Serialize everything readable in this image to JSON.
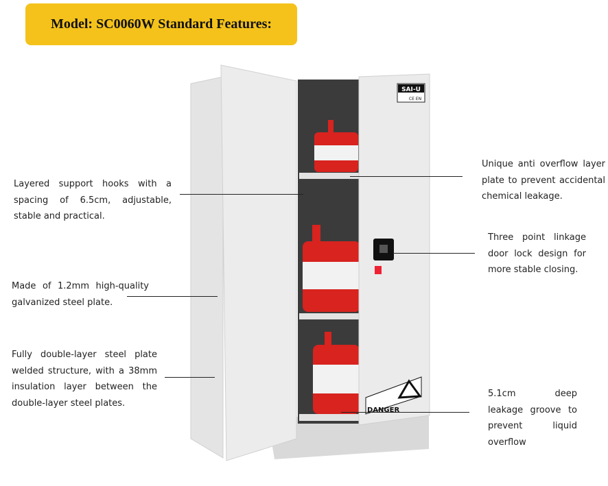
{
  "banner": {
    "title": "Model: SC0060W Standard Features:"
  },
  "product": {
    "brand_label": "SAI-U",
    "certifications": "CE EN",
    "warning_label": "DANGER",
    "colors": {
      "banner": "#F4C21B",
      "cabinet": "#ECECEC",
      "can": "#D8231F"
    }
  },
  "features": {
    "left": [
      {
        "text": "Layered support hooks with a spacing of 6.5cm, adjustable, stable and practical."
      },
      {
        "text": "Made of 1.2mm high-quality galvanized steel plate."
      },
      {
        "text": "Fully double-layer steel plate welded structure, with a 38mm insulation layer between the double-layer steel plates."
      }
    ],
    "right": [
      {
        "text": "Unique anti overflow layer plate to prevent accidental chemical leakage."
      },
      {
        "text": "Three point linkage door lock design for more stable closing."
      },
      {
        "text": "5.1cm deep leakage groove to prevent liquid overflow"
      }
    ]
  }
}
